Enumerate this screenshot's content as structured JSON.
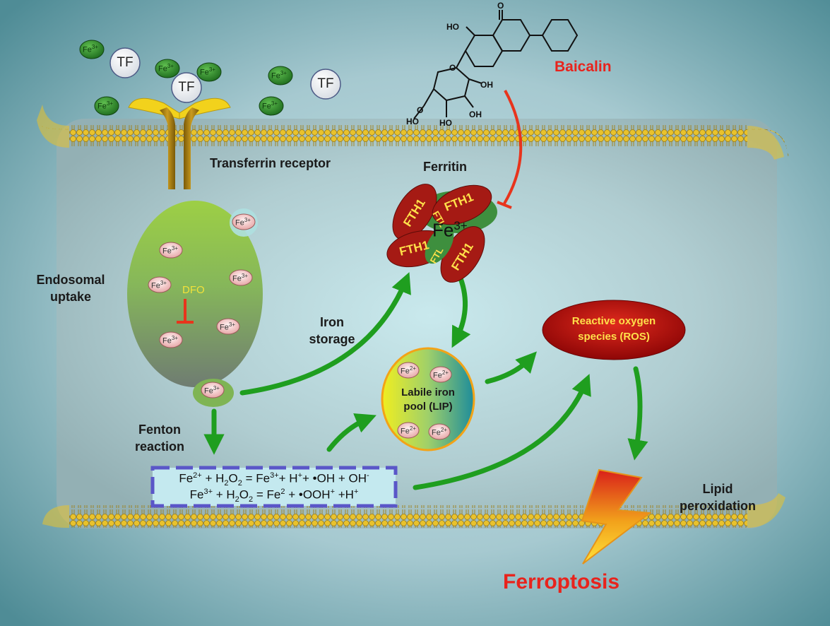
{
  "labels": {
    "baicalin": "Baicalin",
    "transferrin_receptor": "Transferrin receptor",
    "ferritin": "Ferritin",
    "endosomal_uptake_1": "Endosomal",
    "endosomal_uptake_2": "uptake",
    "dfo": "DFO",
    "iron_storage_1": "Iron",
    "iron_storage_2": "storage",
    "fenton_1": "Fenton",
    "fenton_2": "reaction",
    "lip_1": "Labile iron",
    "lip_2": "pool (LIP)",
    "ros_1": "Reactive oxygen",
    "ros_2": "species (ROS)",
    "lipid_1": "Lipid",
    "lipid_2": "peroxidation",
    "ferroptosis": "Ferroptosis"
  },
  "tf": "TF",
  "ion": {
    "base": "Fe",
    "sup": "3+"
  },
  "ion2": {
    "base": "Fe",
    "sup": "2+"
  },
  "ferritin_core": {
    "base": "Fe",
    "sup": "3+"
  },
  "fth1": "FTH1",
  "ftl": "FTL",
  "equations": {
    "line1": {
      "a": "Fe",
      "a_sup": "2+",
      "b": " + H",
      "b_sub": "2",
      "c": "O",
      "c_sub": "2",
      "d": " = Fe",
      "d_sup": "3+",
      "e": "+ H",
      "e_sup": "+",
      "f": "+ •OH + OH",
      "f_sup": "-"
    },
    "line2": {
      "a": "Fe",
      "a_sup": "3+",
      "b": " + H",
      "b_sub": "2",
      "c": "O",
      "c_sub": "2",
      "d": " = Fe",
      "d_sup": "2",
      "e": " + •OOH",
      "e_sup": "+",
      "f": " +H",
      "f_sup": "+"
    }
  },
  "colors": {
    "arrow": "#1f9e1f",
    "inhibit": "#e8341c",
    "title_red": "#e8231c",
    "ros": "#c0100c",
    "fe_green": "#2e8b2e",
    "membrane": "#e6bf2a"
  }
}
